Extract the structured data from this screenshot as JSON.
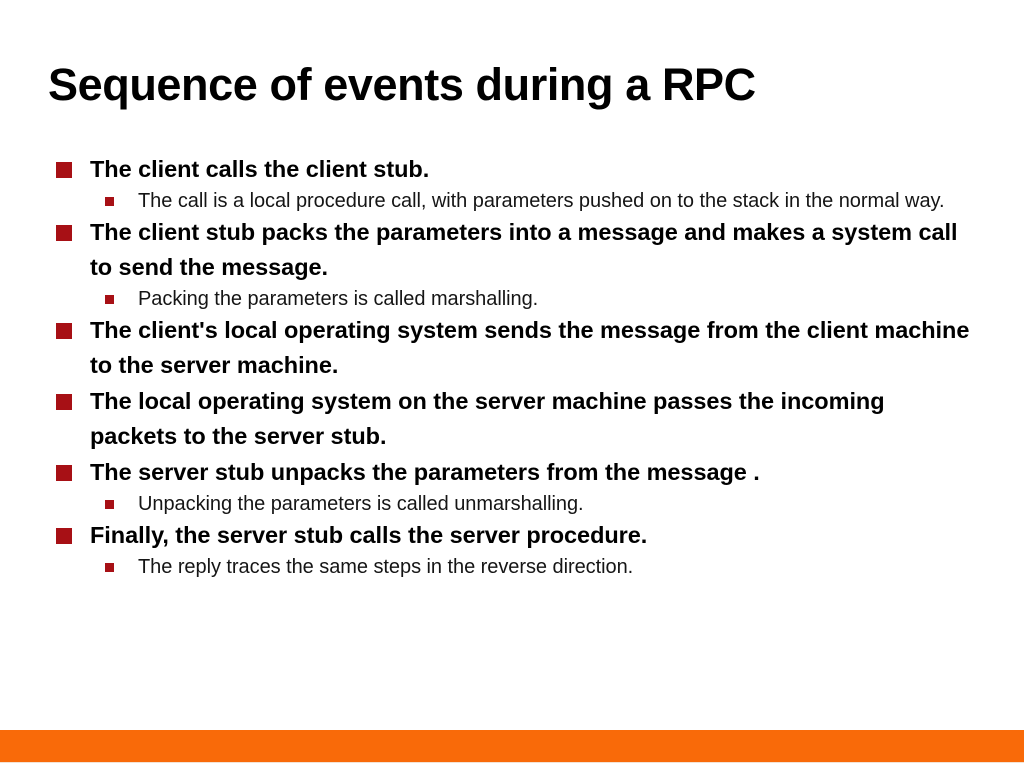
{
  "slide": {
    "title": "Sequence of events during a RPC",
    "accent_color": "#F96A09",
    "bullet_color": "#A71015",
    "text_color": "#000000",
    "background_color": "#FFFFFF"
  },
  "bullets": [
    {
      "level": 1,
      "text": "The client calls the client stub."
    },
    {
      "level": 2,
      "text": "The call is a local procedure call, with parameters pushed on to the stack in the normal way."
    },
    {
      "level": 1,
      "text": "The client stub packs the parameters into a message and makes a system call to send the message."
    },
    {
      "level": 2,
      "text": "Packing the parameters is called marshalling."
    },
    {
      "level": 1,
      "text": "The client's local operating system sends the message from the client machine to the server machine."
    },
    {
      "level": 1,
      "text": "The local operating system on the server machine passes the incoming packets to the server stub."
    },
    {
      "level": 1,
      "text": "The server stub unpacks the parameters from the message ."
    },
    {
      "level": 2,
      "text": "Unpacking the parameters is called unmarshalling."
    },
    {
      "level": 1,
      "text": "Finally, the server stub calls the server procedure."
    },
    {
      "level": 2,
      "text": "The reply traces the same steps in the reverse direction."
    }
  ]
}
